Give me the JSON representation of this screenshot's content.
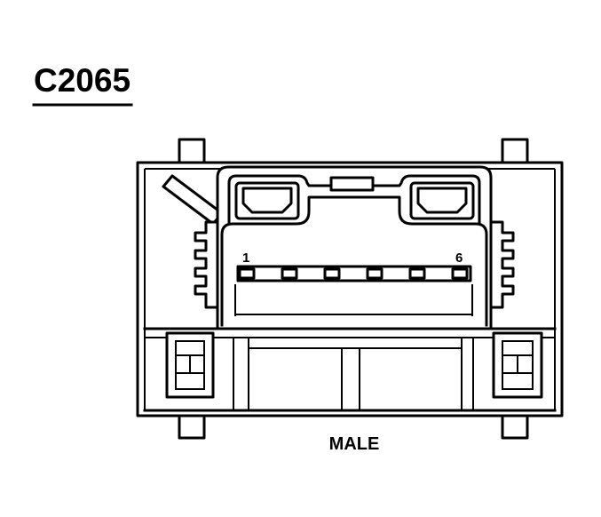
{
  "connector": {
    "id": "C2065",
    "gender": "MALE"
  },
  "pins": {
    "first_label": "1",
    "last_label": "6"
  }
}
